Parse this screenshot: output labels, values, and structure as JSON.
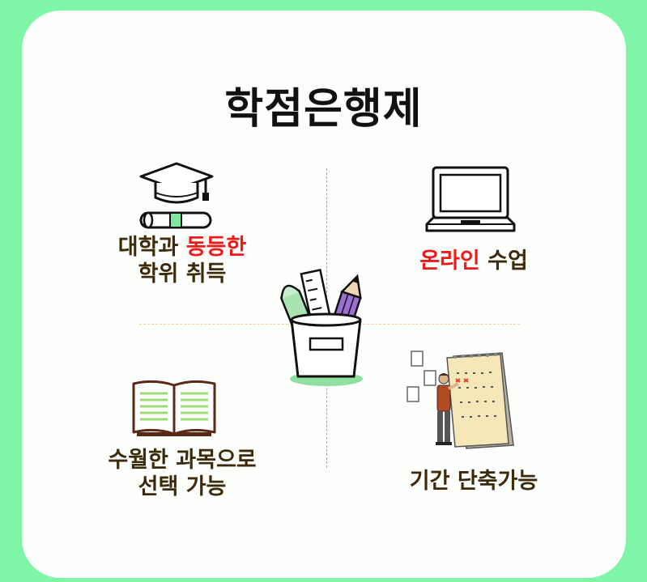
{
  "title": "학점은행제",
  "features": {
    "degree": {
      "line1_plain": "대학과 ",
      "line1_highlight": "동등한",
      "line2": "학위 취득",
      "icon": "graduation-cap-diploma-icon"
    },
    "online": {
      "highlight": "온라인",
      "plain": " 수업",
      "icon": "laptop-icon"
    },
    "courses": {
      "line1": "수월한 과목으로",
      "line2": "선택 가능",
      "icon": "open-book-icon"
    },
    "duration": {
      "text": "기간 단축가능",
      "icon": "calendar-person-icon"
    }
  },
  "center_icon": "pencil-cup-icon",
  "colors": {
    "background": "#7ff5a8",
    "card": "#fdfffd",
    "text": "#3d2a0b",
    "highlight": "#f01818"
  }
}
